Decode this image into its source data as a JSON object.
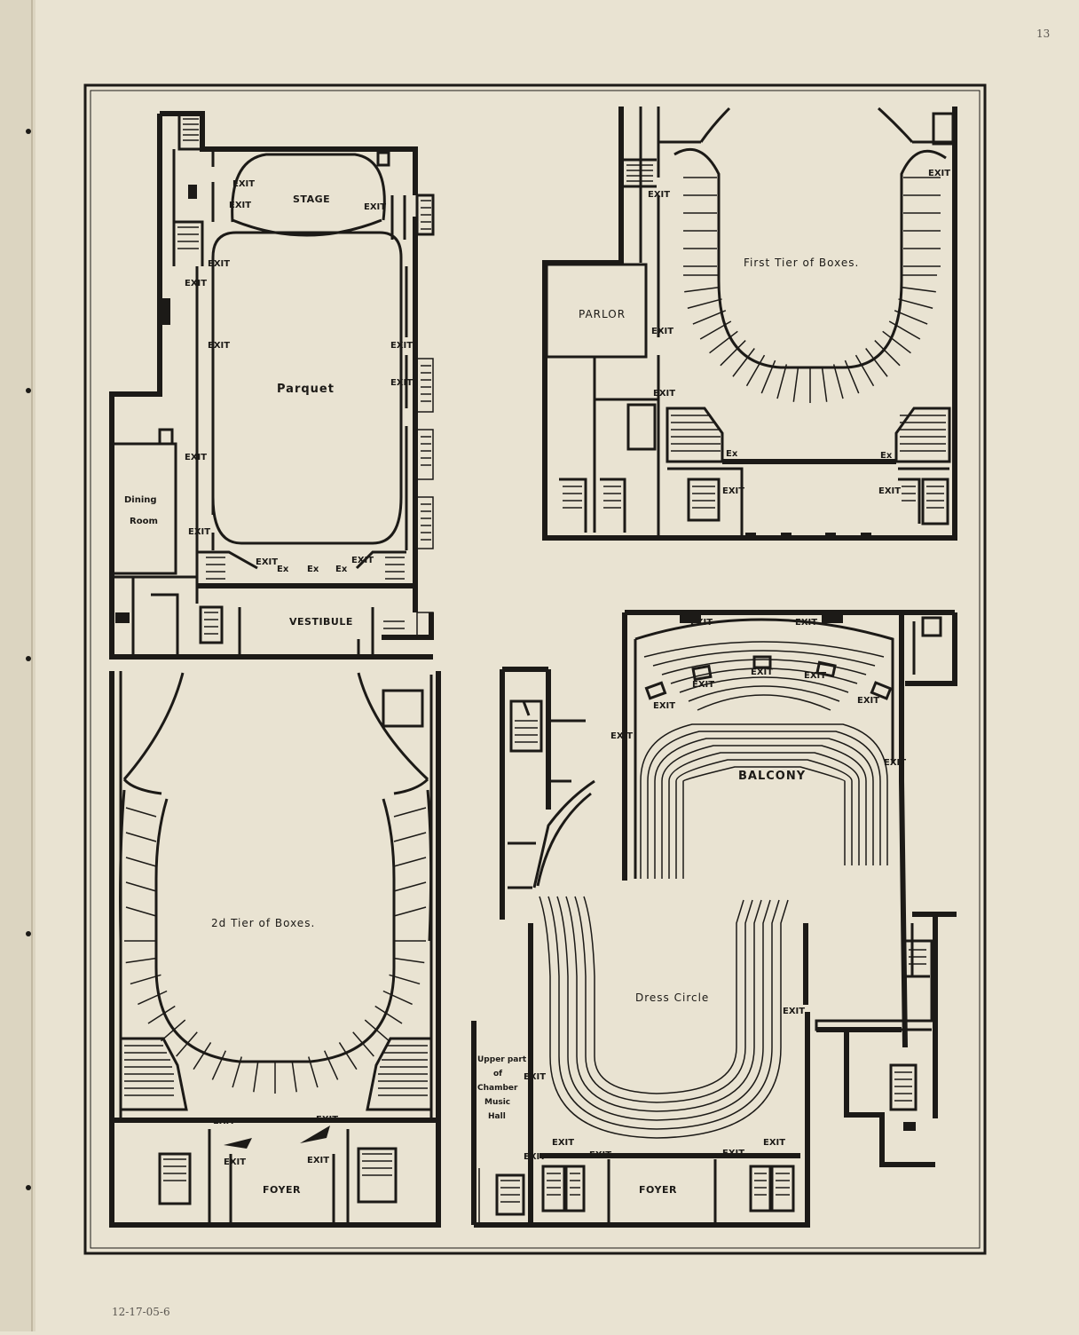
{
  "page": {
    "page_number": "13",
    "handwritten_note": "12-17-05-6"
  },
  "plans": {
    "parquet": {
      "title": "Parquet",
      "stage": "STAGE",
      "dining_room_1": "Dining",
      "dining_room_2": "Room",
      "vestibule": "VESTIBULE",
      "exit": "EXIT",
      "ex": "Ex"
    },
    "first_tier": {
      "title": "First Tier of Boxes.",
      "parlor": "PARLOR",
      "exit": "EXIT",
      "ex": "Ex"
    },
    "second_tier": {
      "title": "2d Tier of Boxes.",
      "foyer": "FOYER",
      "exit": "EXIT"
    },
    "balcony": {
      "title": "BALCONY",
      "exit": "EXIT"
    },
    "dress_circle": {
      "title": "Dress Circle",
      "foyer": "FOYER",
      "exit": "EXIT",
      "chamber_1": "Upper part",
      "chamber_2": "of",
      "chamber_3": "Chamber",
      "chamber_4": "Music",
      "chamber_5": "Hall"
    }
  }
}
